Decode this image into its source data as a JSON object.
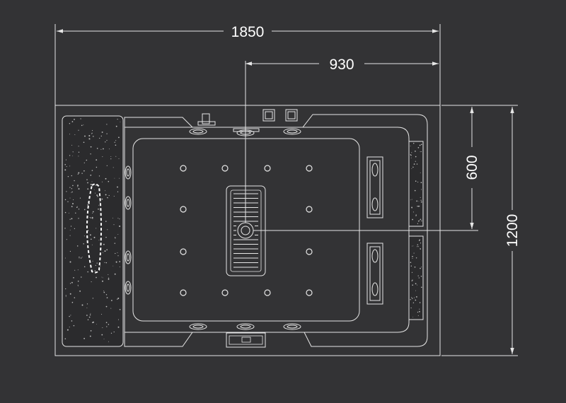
{
  "dimensions": {
    "overall_width": "1850",
    "center_offset": "930",
    "center_height": "600",
    "overall_depth": "1200"
  },
  "colors": {
    "background": "#333335",
    "line": "#e6e6e6",
    "stone": "#2b2b2d"
  }
}
